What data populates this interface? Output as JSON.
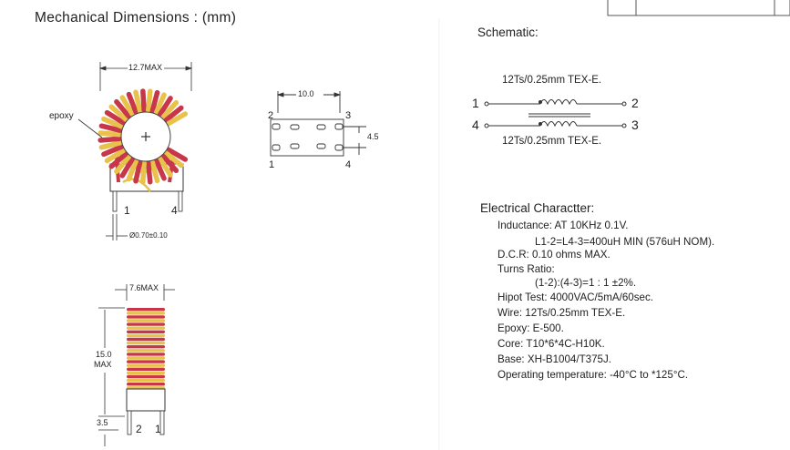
{
  "header": {
    "mechanical_title": "Mechanical Dimensions",
    "mechanical_sep": ":",
    "mechanical_unit": "(mm)",
    "schematic_title": "Schematic:",
    "electrical_title": "Electrical Charactter:"
  },
  "mechanical": {
    "top_view": {
      "width_label": "12.7MAX",
      "epoxy_label": "epoxy",
      "pin_left": "1",
      "pin_right": "4",
      "pin_diameter": "Ø0.70±0.10"
    },
    "footprint": {
      "spacing_label": "10.0",
      "height_label": "4.5",
      "pin_tl": "2",
      "pin_tr": "3",
      "pin_bl": "1",
      "pin_br": "4"
    },
    "side_view": {
      "width_label": "7.6MAX",
      "height_value": "15.0",
      "height_unit": "MAX",
      "lead_label": "3.5",
      "pin_left": "2",
      "pin_right": "1"
    }
  },
  "schematic": {
    "top_winding": "12Ts/0.25mm TEX-E.",
    "bottom_winding": "12Ts/0.25mm TEX-E.",
    "pin1": "1",
    "pin2": "2",
    "pin3": "3",
    "pin4": "4"
  },
  "electrical": [
    "Inductance:  AT 10KHz 0.1V.",
    "L1-2=L4-3=400uH MIN (576uH NOM).",
    "D.C.R:   0.10 ohms  MAX.",
    "Turns Ratio:",
    "(1-2):(4-3)=1 : 1 ±2%.",
    "Hipot Test: 4000VAC/5mA/60sec.",
    "Wire: 12Ts/0.25mm TEX-E.",
    "Epoxy: E-500.",
    "Core:  T10*6*4C-H10K.",
    "Base: XH-B1004/T375J.",
    "Operating temperature: -40°C to *125°C."
  ],
  "colors": {
    "wire_red": "#c8364a",
    "wire_yellow": "#e8c24a",
    "line": "#333333"
  }
}
